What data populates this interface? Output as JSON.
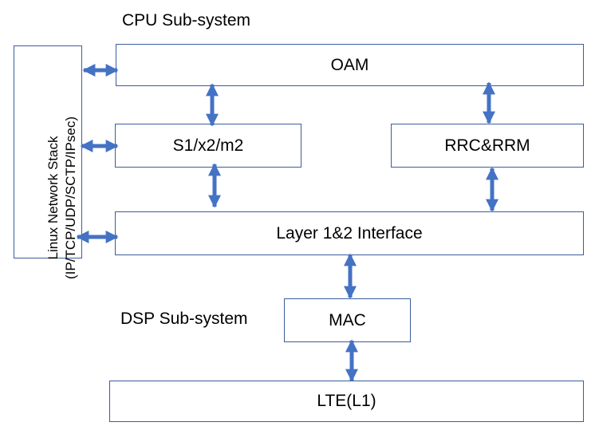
{
  "labels": {
    "cpu": "CPU Sub-system",
    "dsp": "DSP Sub-system"
  },
  "stack": {
    "line1": "Linux Network Stack",
    "line2": "(IP/TCP/UDP/SCTP/IPsec)"
  },
  "boxes": {
    "oam": "OAM",
    "s1": "S1/x2/m2",
    "rrc": "RRC&RRM",
    "layer12": "Layer 1&2 Interface",
    "mac": "MAC",
    "lte": "LTE(L1)"
  },
  "colors": {
    "arrow": "#4472c4",
    "border": "#3a5d9c"
  }
}
